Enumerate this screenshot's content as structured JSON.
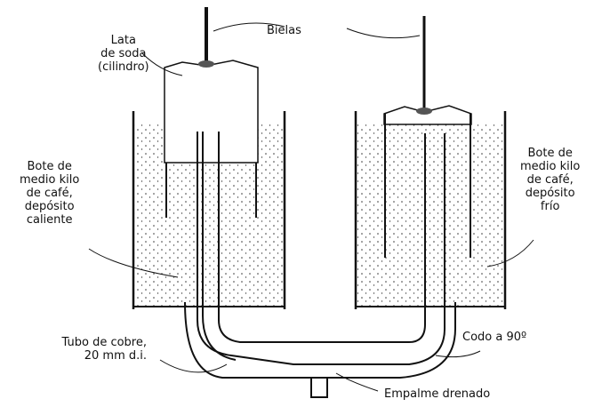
{
  "labels": {
    "rods": "Bielas",
    "can": "Lata\nde soda\n(cilindro)",
    "hot_tank": "Bote de\nmedio kilo\nde café,\ndepósito\ncaliente",
    "cold_tank": "Bote de\nmedio kilo\nde café,\ndepósito\nfrío",
    "copper_tube": "Tubo de cobre,\n20 mm d.i.",
    "elbow": "Codo a 90º",
    "drain": "Empalme drenado"
  }
}
